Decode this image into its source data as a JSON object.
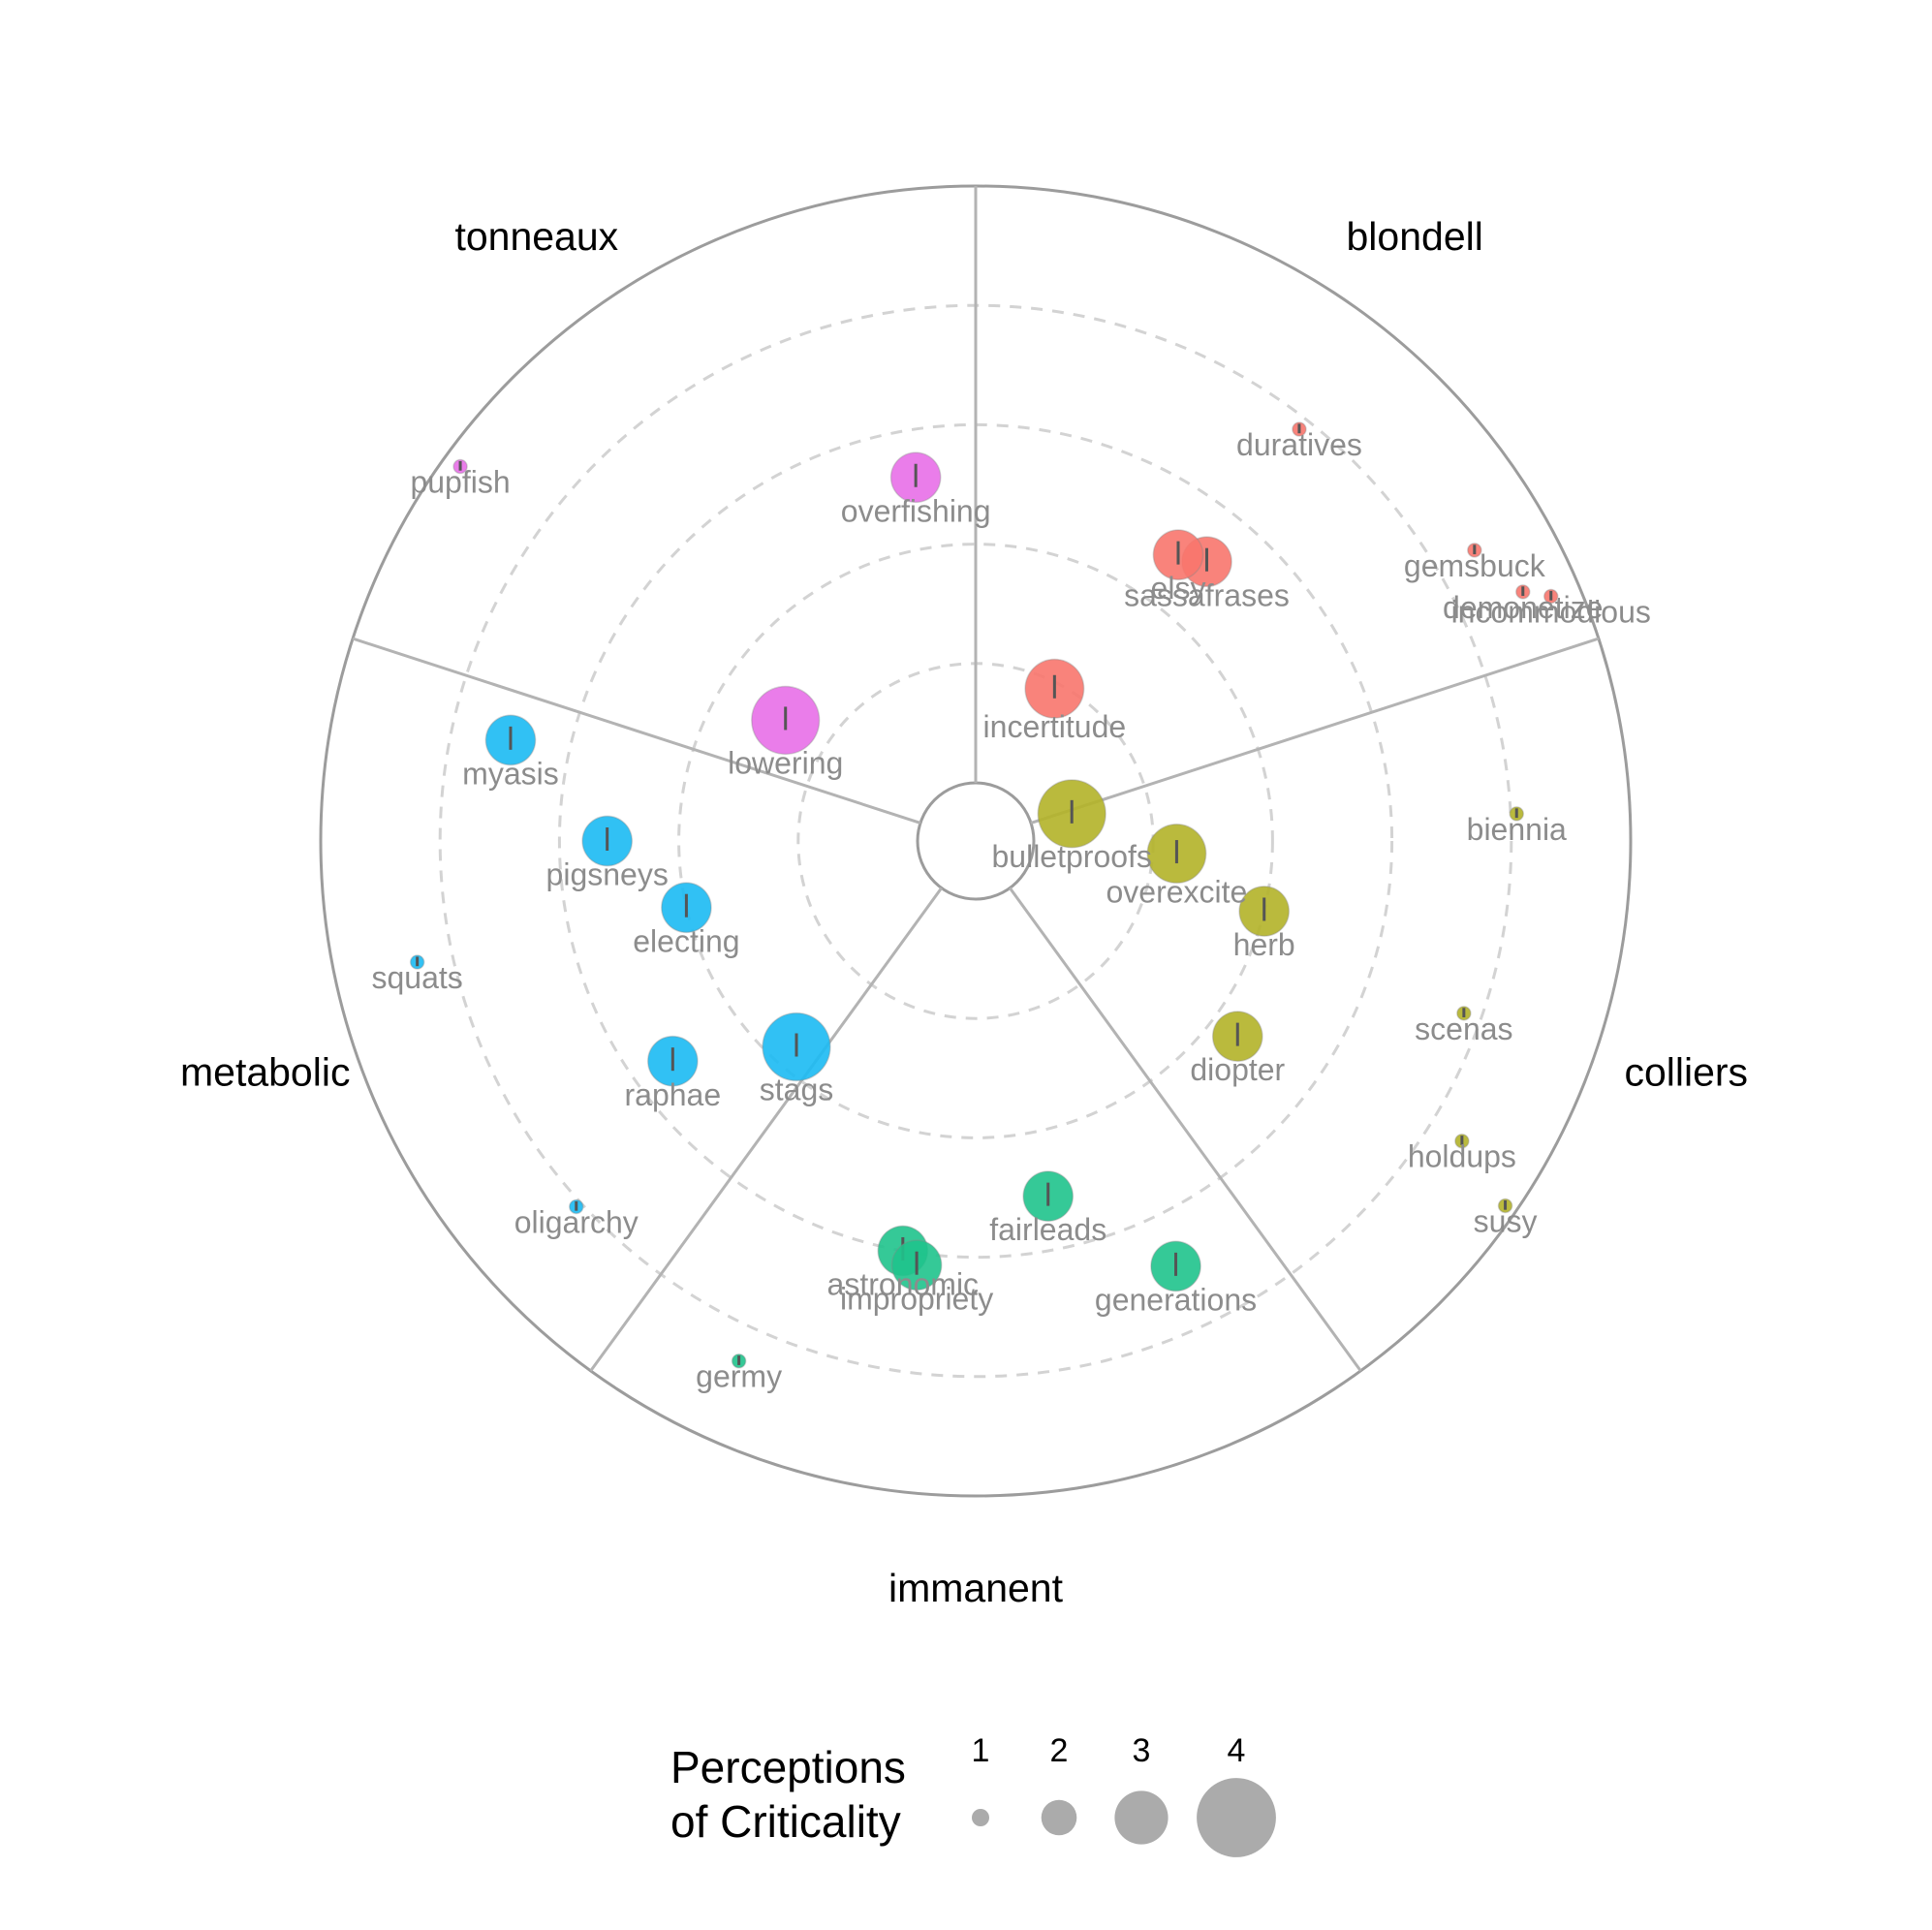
{
  "chart_data": {
    "type": "scatter",
    "coordinate_system": "polar",
    "sectors": [
      {
        "name": "blondell",
        "color": "#F8766D"
      },
      {
        "name": "colliers",
        "color": "#B3B328"
      },
      {
        "name": "immanent",
        "color": "#1FC38C"
      },
      {
        "name": "metabolic",
        "color": "#1BBAF3"
      },
      {
        "name": "tonneaux",
        "color": "#E86FE8"
      }
    ],
    "points": [
      {
        "label": "duratives",
        "sector": "blondell",
        "angle": 0.53,
        "radius": 0.78,
        "size": 1
      },
      {
        "label": "gemsbuck",
        "sector": "blondell",
        "angle": 0.83,
        "radius": 0.87,
        "size": 1
      },
      {
        "label": "demonetize",
        "sector": "blondell",
        "angle": 0.91,
        "radius": 0.91,
        "size": 1
      },
      {
        "label": "incommodious",
        "sector": "blondell",
        "angle": 0.93,
        "radius": 0.95,
        "size": 1
      },
      {
        "label": "sassafrases",
        "sector": "blondell",
        "angle": 0.55,
        "radius": 0.51,
        "size": 3
      },
      {
        "label": "elsy",
        "sector": "blondell",
        "angle": 0.49,
        "radius": 0.49,
        "size": 3
      },
      {
        "label": "incertitude",
        "sector": "blondell",
        "angle": 0.38,
        "radius": 0.19,
        "size": 3.5
      },
      {
        "label": "bulletproofs",
        "sector": "colliers",
        "angle": 0.03,
        "radius": 0.07,
        "size": 4
      },
      {
        "label": "overexcite",
        "sector": "colliers",
        "angle": 0.3,
        "radius": 0.24,
        "size": 3.5
      },
      {
        "label": "herb",
        "sector": "colliers",
        "angle": 0.44,
        "radius": 0.4,
        "size": 3
      },
      {
        "label": "diopter",
        "sector": "colliers",
        "angle": 0.76,
        "radius": 0.45,
        "size": 3
      },
      {
        "label": "biennia",
        "sector": "colliers",
        "angle": 0.21,
        "radius": 0.81,
        "size": 1
      },
      {
        "label": "scenas",
        "sector": "colliers",
        "angle": 0.52,
        "radius": 0.77,
        "size": 1
      },
      {
        "label": "holdups",
        "sector": "colliers",
        "angle": 0.69,
        "radius": 0.86,
        "size": 1
      },
      {
        "label": "susy",
        "sector": "colliers",
        "angle": 0.73,
        "radius": 0.98,
        "size": 1
      },
      {
        "label": "fairleads",
        "sector": "immanent",
        "angle": 0.34,
        "radius": 0.51,
        "size": 3
      },
      {
        "label": "generations",
        "sector": "immanent",
        "angle": 0.15,
        "radius": 0.69,
        "size": 3
      },
      {
        "label": "astronomic",
        "sector": "immanent",
        "angle": 0.64,
        "radius": 0.6,
        "size": 3
      },
      {
        "label": "impropriety",
        "sector": "immanent",
        "angle": 0.61,
        "radius": 0.62,
        "size": 3
      },
      {
        "label": "germy",
        "sector": "immanent",
        "angle": 0.84,
        "radius": 0.86,
        "size": 1
      },
      {
        "label": "stags",
        "sector": "metabolic",
        "angle": 0.07,
        "radius": 0.36,
        "size": 4
      },
      {
        "label": "raphae",
        "sector": "metabolic",
        "angle": 0.25,
        "radius": 0.53,
        "size": 3
      },
      {
        "label": "electing",
        "sector": "metabolic",
        "angle": 0.57,
        "radius": 0.4,
        "size": 3
      },
      {
        "label": "pigsneys",
        "sector": "metabolic",
        "angle": 0.75,
        "radius": 0.52,
        "size": 3
      },
      {
        "label": "myasis",
        "sector": "metabolic",
        "angle": 0.92,
        "radius": 0.7,
        "size": 3
      },
      {
        "label": "squats",
        "sector": "metabolic",
        "angle": 0.58,
        "radius": 0.86,
        "size": 1
      },
      {
        "label": "oligarchy",
        "sector": "metabolic",
        "angle": 0.16,
        "radius": 0.81,
        "size": 1
      },
      {
        "label": "lowering",
        "sector": "tonneaux",
        "angle": 0.2,
        "radius": 0.28,
        "size": 4
      },
      {
        "label": "overfishing",
        "sector": "tonneaux",
        "angle": 0.87,
        "radius": 0.52,
        "size": 3
      },
      {
        "label": "pupfish",
        "sector": "tonneaux",
        "angle": 0.25,
        "radius": 0.97,
        "size": 1
      }
    ],
    "grid": true,
    "legend": {
      "title_lines": [
        "Perceptions",
        "of Criticality"
      ],
      "keys": [
        1,
        2,
        3,
        4
      ],
      "position": "bottom",
      "swatch_color": "#ababab"
    }
  }
}
